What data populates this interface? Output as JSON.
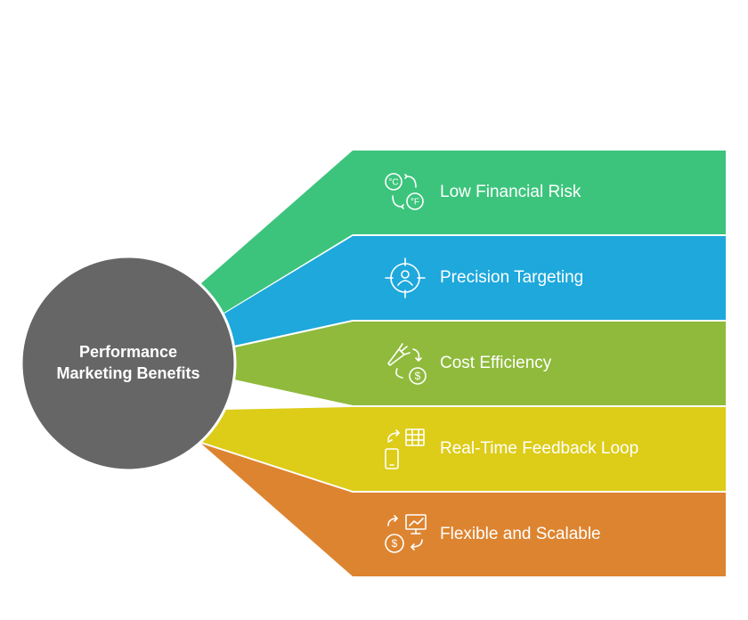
{
  "hub": {
    "line1": "Performance",
    "line2": "Marketing Benefits",
    "color": "#666666"
  },
  "benefits": [
    {
      "label": "Low Financial Risk",
      "color": "#3CC47C",
      "icon": "temperature-conversion-icon"
    },
    {
      "label": "Precision Targeting",
      "color": "#1EA8DC",
      "icon": "target-person-icon"
    },
    {
      "label": "Cost Efficiency",
      "color": "#8FBA3C",
      "icon": "marketing-cost-icon"
    },
    {
      "label": "Real-Time Feedback Loop",
      "color": "#DDCC18",
      "icon": "mobile-feedback-icon"
    },
    {
      "label": "Flexible and Scalable",
      "color": "#DD8430",
      "icon": "scalable-growth-icon"
    }
  ]
}
